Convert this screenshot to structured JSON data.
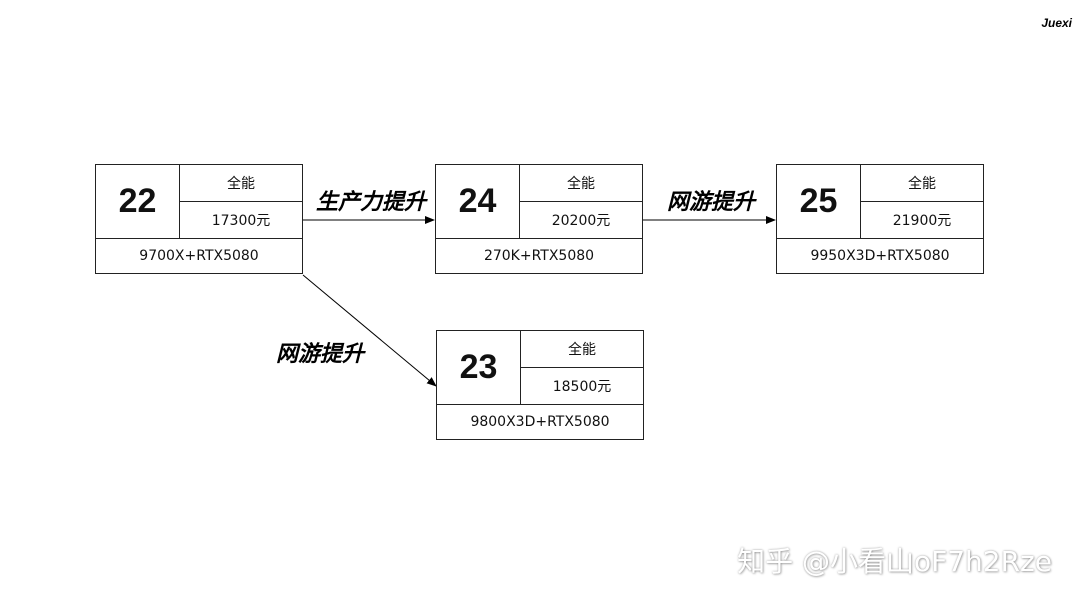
{
  "brand": "Juexi",
  "nodes": {
    "n22": {
      "number": "22",
      "tag": "全能",
      "price": "17300元",
      "config": "9700X+RTX5080"
    },
    "n24": {
      "number": "24",
      "tag": "全能",
      "price": "20200元",
      "config": "270K+RTX5080"
    },
    "n25": {
      "number": "25",
      "tag": "全能",
      "price": "21900元",
      "config": "9950X3D+RTX5080"
    },
    "n23": {
      "number": "23",
      "tag": "全能",
      "price": "18500元",
      "config": "9800X3D+RTX5080"
    }
  },
  "edges": {
    "e22_24": "生产力提升",
    "e24_25": "网游提升",
    "e22_23": "网游提升"
  },
  "watermark": "知乎 @小看山oF7h2Rze"
}
